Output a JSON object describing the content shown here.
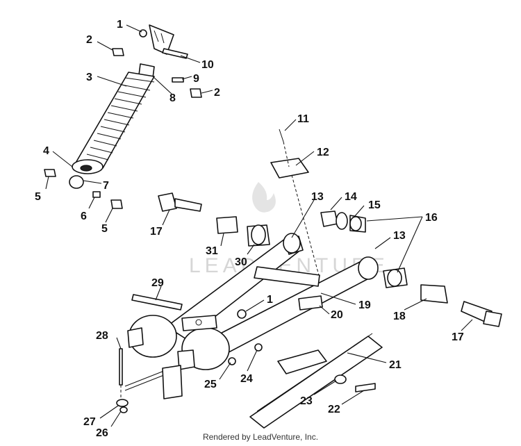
{
  "watermark": "LEADVENTURE",
  "footer": "Rendered by LeadVenture, Inc.",
  "callouts": [
    "1",
    "2",
    "3",
    "10",
    "9",
    "2",
    "8",
    "4",
    "5",
    "7",
    "6",
    "5",
    "11",
    "12",
    "13",
    "14",
    "15",
    "16",
    "17",
    "31",
    "30",
    "13",
    "29",
    "1",
    "19",
    "20",
    "18",
    "17",
    "28",
    "25",
    "24",
    "21",
    "23",
    "22",
    "27",
    "26"
  ]
}
